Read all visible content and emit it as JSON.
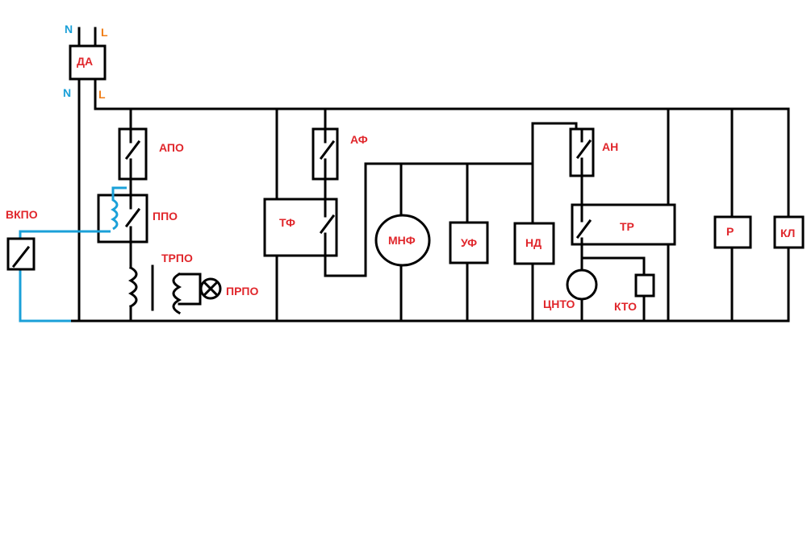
{
  "terminals": {
    "neutral": "N",
    "line": "L"
  },
  "components": {
    "da": "ДА",
    "apo": "АПО",
    "ppo": "ППО",
    "vkpo": "ВКПО",
    "trpo": "ТРПО",
    "prpo": "ПРПО",
    "tf": "ТФ",
    "af": "АФ",
    "mnf": "МНФ",
    "uf": "УФ",
    "nd": "НД",
    "an": "АН",
    "tr": "ТР",
    "tsnto": "ЦНТО",
    "kto": "КТО",
    "r": "Р",
    "kl": "КЛ"
  },
  "colors": {
    "wire": "#000000",
    "wire_alt": "#1aa0d8",
    "label": "#e0262b",
    "neutral": "#1aa0d8",
    "line": "#f07d16"
  }
}
